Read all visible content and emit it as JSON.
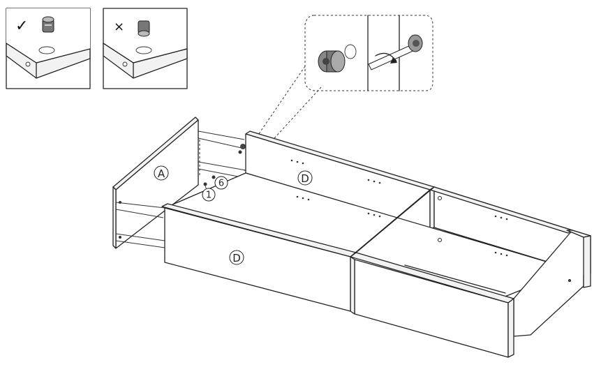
{
  "labels": {
    "side_panel": "A",
    "back_panel": "D",
    "front_panel": "D",
    "cam_lock": "1",
    "cam_bolt": "6"
  },
  "marks": {
    "correct": "✓",
    "incorrect": "×"
  }
}
